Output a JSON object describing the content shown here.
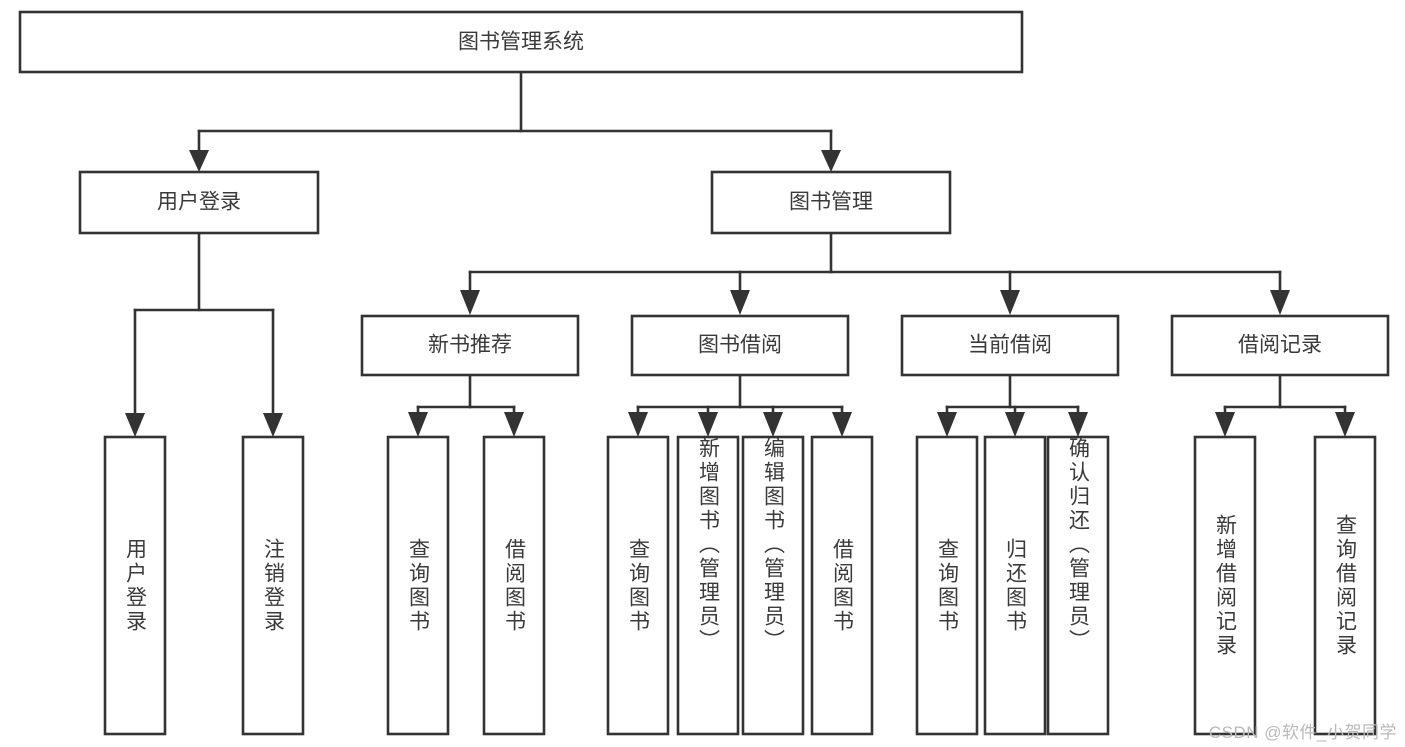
{
  "diagram": {
    "type": "tree",
    "title": "图书管理系统",
    "watermark": "CSDN @软件_小贺同学",
    "colors": {
      "box_stroke": "#333333",
      "box_fill": "#ffffff",
      "text": "#3a3a3a",
      "connector": "#333333",
      "watermark": "#b9b9b9",
      "background": "#ffffff"
    },
    "root": {
      "label": "图书管理系统",
      "level": 0
    },
    "level1": [
      {
        "label": "用户登录"
      },
      {
        "label": "图书管理"
      }
    ],
    "level2": [
      {
        "label": "新书推荐"
      },
      {
        "label": "图书借阅"
      },
      {
        "label": "当前借阅"
      },
      {
        "label": "借阅记录"
      }
    ],
    "leaves": {
      "user_login": [
        {
          "label": "用户登录"
        },
        {
          "label": "注销登录"
        }
      ],
      "new_book_recommend": [
        {
          "label": "查询图书"
        },
        {
          "label": "借阅图书"
        }
      ],
      "book_borrow": [
        {
          "label": "查询图书"
        },
        {
          "label": "新增图书（管理员）"
        },
        {
          "label": "编辑图书（管理员）"
        },
        {
          "label": "借阅图书"
        }
      ],
      "current_borrow": [
        {
          "label": "查询图书"
        },
        {
          "label": "归还图书"
        },
        {
          "label": "确认归还（管理员）"
        }
      ],
      "borrow_record": [
        {
          "label": "新增借阅记录"
        },
        {
          "label": "查询借阅记录"
        }
      ]
    }
  }
}
